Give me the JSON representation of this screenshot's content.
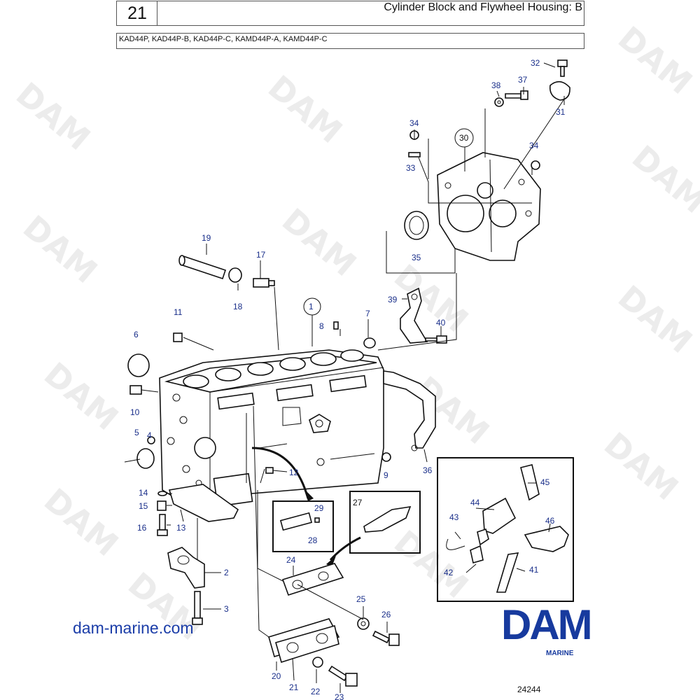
{
  "header": {
    "section_number": "21",
    "title": "Cylinder Block and Flywheel Housing: B",
    "models": "KAD44P, KAD44P-B, KAD44P-C, KAMD44P-A, KAMD44P-C"
  },
  "watermark": "DAM",
  "callouts": {
    "c1": "1",
    "c2": "2",
    "c3": "3",
    "c4": "4",
    "c5": "5",
    "c6": "6",
    "c7": "7",
    "c8": "8",
    "c9": "9",
    "c10": "10",
    "c11": "11",
    "c12": "12",
    "c13": "13",
    "c14": "14",
    "c15": "15",
    "c16": "16",
    "c17": "17",
    "c18": "18",
    "c19": "19",
    "c20": "20",
    "c21": "21",
    "c22": "22",
    "c23": "23",
    "c24": "24",
    "c25": "25",
    "c26": "26",
    "c27": "27",
    "c28": "28",
    "c29": "29",
    "c30": "30",
    "c31": "31",
    "c32": "32",
    "c33": "33",
    "c34a": "34",
    "c34b": "34",
    "c35": "35",
    "c36": "36",
    "c37": "37",
    "c38": "38",
    "c39": "39",
    "c40": "40",
    "c41": "41",
    "c42": "42",
    "c43": "43",
    "c44": "44",
    "c45": "45",
    "c46": "46"
  },
  "footer": {
    "website": "dam-marine.com",
    "brand": "DAM",
    "brand_sub": "MARINE",
    "drawing_ref": "24244"
  },
  "colors": {
    "callout": "#1a2f8a",
    "brand": "#173a9e",
    "line": "#111111"
  }
}
